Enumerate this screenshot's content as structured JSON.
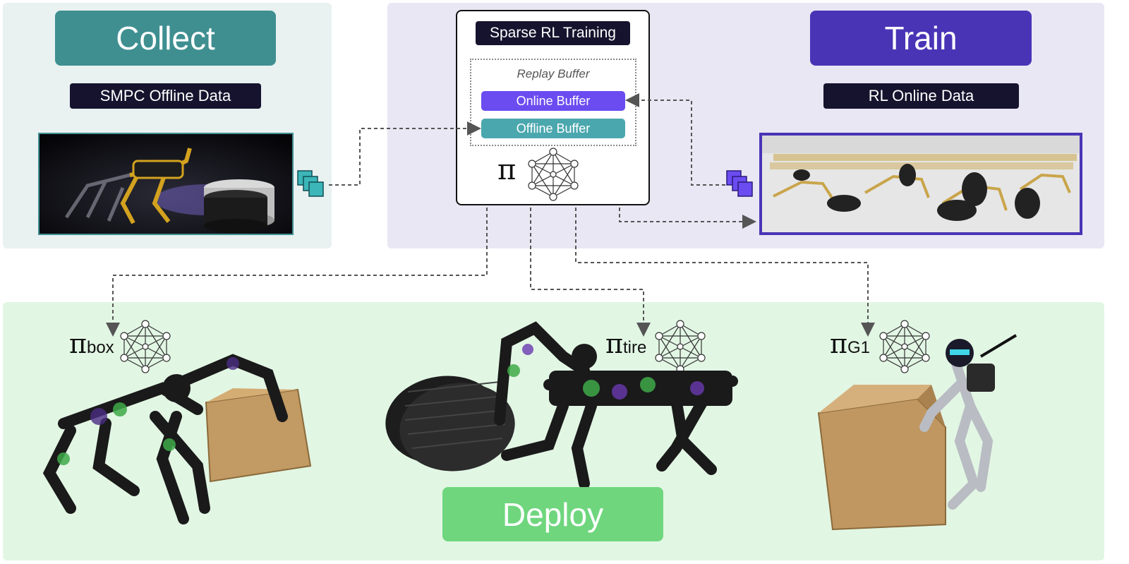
{
  "collect": {
    "title": "Collect",
    "subtitle": "SMPC Offline Data"
  },
  "train": {
    "title": "Train",
    "subtitle": "RL Online Data"
  },
  "training": {
    "title": "Sparse RL Training",
    "replay_buffer": "Replay Buffer",
    "online_buffer": "Online Buffer",
    "offline_buffer": "Offline Buffer",
    "policy": "π"
  },
  "deploy": {
    "title": "Deploy",
    "policies": [
      {
        "symbol": "π",
        "sub": "box"
      },
      {
        "symbol": "π",
        "sub": "tire"
      },
      {
        "symbol": "π",
        "sub": "G1"
      }
    ]
  },
  "colors": {
    "collect_panel": "#e9f1f1",
    "train_panel": "#e9e7f4",
    "deploy_panel": "#e2f6e4",
    "collect_accent": "#3f8f91",
    "train_accent": "#4a34b6",
    "online_buffer": "#6a4cf0",
    "offline_buffer": "#4ba7ae",
    "deploy_accent": "#6fd67e"
  }
}
